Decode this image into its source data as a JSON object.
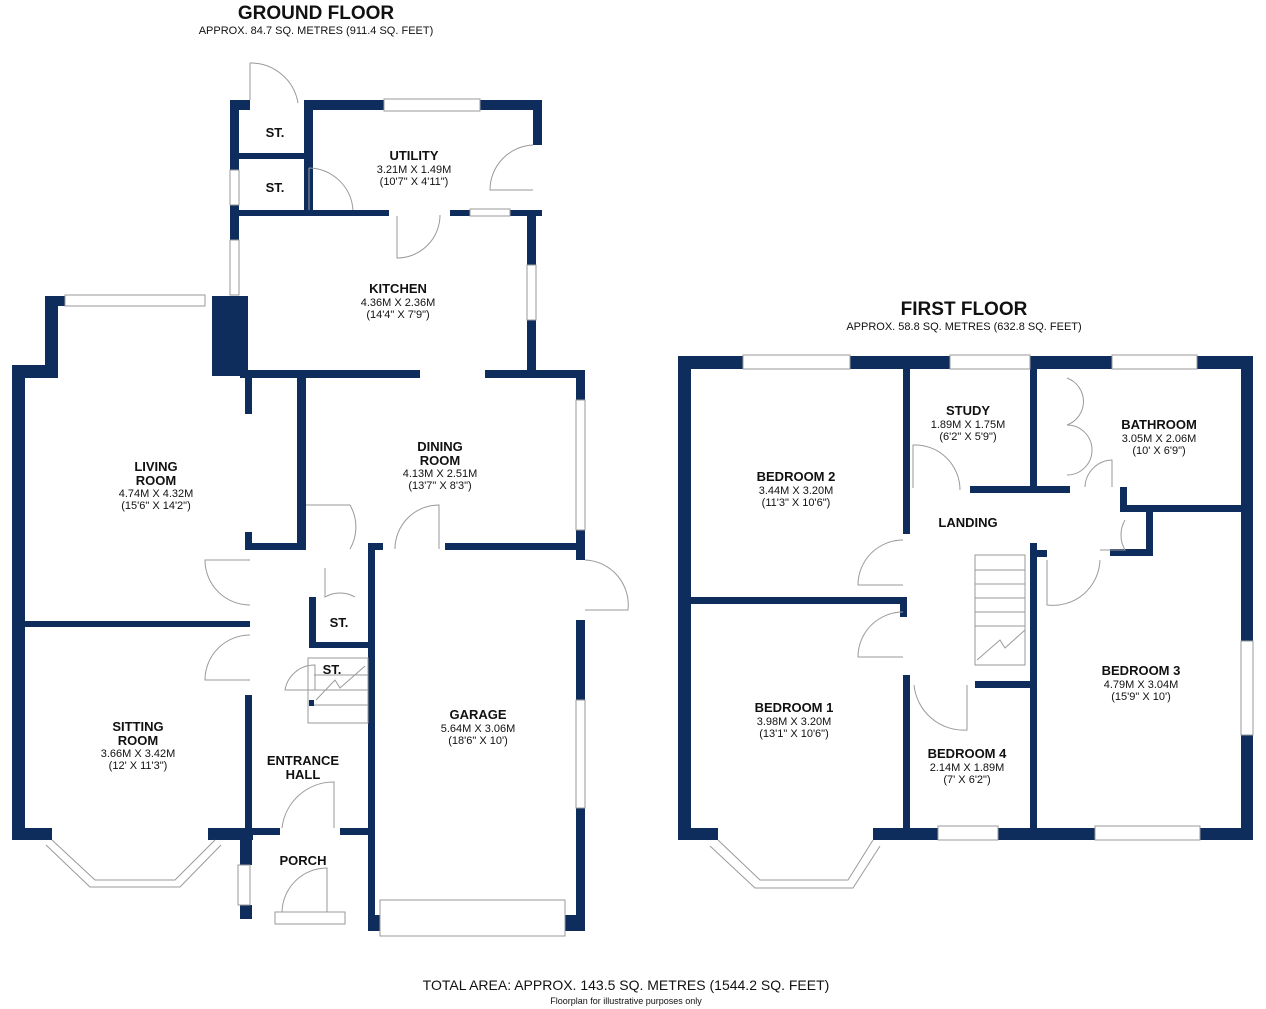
{
  "ground_floor": {
    "title": "GROUND FLOOR",
    "area": "APPROX. 84.7 SQ. METRES (911.4 SQ. FEET)",
    "rooms": {
      "store_top": {
        "name": "ST."
      },
      "store_mid": {
        "name": "ST."
      },
      "utility": {
        "name": "UTILITY",
        "metric": "3.21M X 1.49M",
        "imperial": "(10'7\" X 4'11\")"
      },
      "kitchen": {
        "name": "KITCHEN",
        "metric": "4.36M X 2.36M",
        "imperial": "(14'4\" X 7'9\")"
      },
      "living": {
        "name1": "LIVING",
        "name2": "ROOM",
        "metric": "4.74M X 4.32M",
        "imperial": "(15'6\" X 14'2\")"
      },
      "dining": {
        "name1": "DINING",
        "name2": "ROOM",
        "metric": "4.13M X 2.51M",
        "imperial": "(13'7\" X 8'3\")"
      },
      "store_hall": {
        "name": "ST."
      },
      "store_stairs": {
        "name": "ST."
      },
      "sitting": {
        "name1": "SITTING",
        "name2": "ROOM",
        "metric": "3.66M X 3.42M",
        "imperial": "(12' X 11'3\")"
      },
      "garage": {
        "name": "GARAGE",
        "metric": "5.64M X 3.06M",
        "imperial": "(18'6\" X 10')"
      },
      "hall": {
        "name1": "ENTRANCE",
        "name2": "HALL"
      },
      "porch": {
        "name": "PORCH"
      }
    }
  },
  "first_floor": {
    "title": "FIRST FLOOR",
    "area": "APPROX. 58.8 SQ. METRES (632.8 SQ. FEET)",
    "rooms": {
      "bedroom2": {
        "name": "BEDROOM 2",
        "metric": "3.44M X 3.20M",
        "imperial": "(11'3\" X 10'6\")"
      },
      "study": {
        "name": "STUDY",
        "metric": "1.89M X 1.75M",
        "imperial": "(6'2\" X 5'9\")"
      },
      "bathroom": {
        "name": "BATHROOM",
        "metric": "3.05M X 2.06M",
        "imperial": "(10' X 6'9\")"
      },
      "landing": {
        "name": "LANDING"
      },
      "bedroom1": {
        "name": "BEDROOM 1",
        "metric": "3.98M X 3.20M",
        "imperial": "(13'1\" X 10'6\")"
      },
      "bedroom4": {
        "name": "BEDROOM 4",
        "metric": "2.14M X 1.89M",
        "imperial": "(7' X 6'2\")"
      },
      "bedroom3": {
        "name": "BEDROOM 3",
        "metric": "4.79M X 3.04M",
        "imperial": "(15'9\" X 10')"
      }
    }
  },
  "footer": {
    "total_area": "TOTAL AREA: APPROX. 143.5 SQ. METRES (1544.2 SQ. FEET)",
    "disclaimer": "Floorplan for illustrative purposes only"
  },
  "colors": {
    "wall": "#0f2d5c",
    "fixture": "#9a9a9a"
  }
}
